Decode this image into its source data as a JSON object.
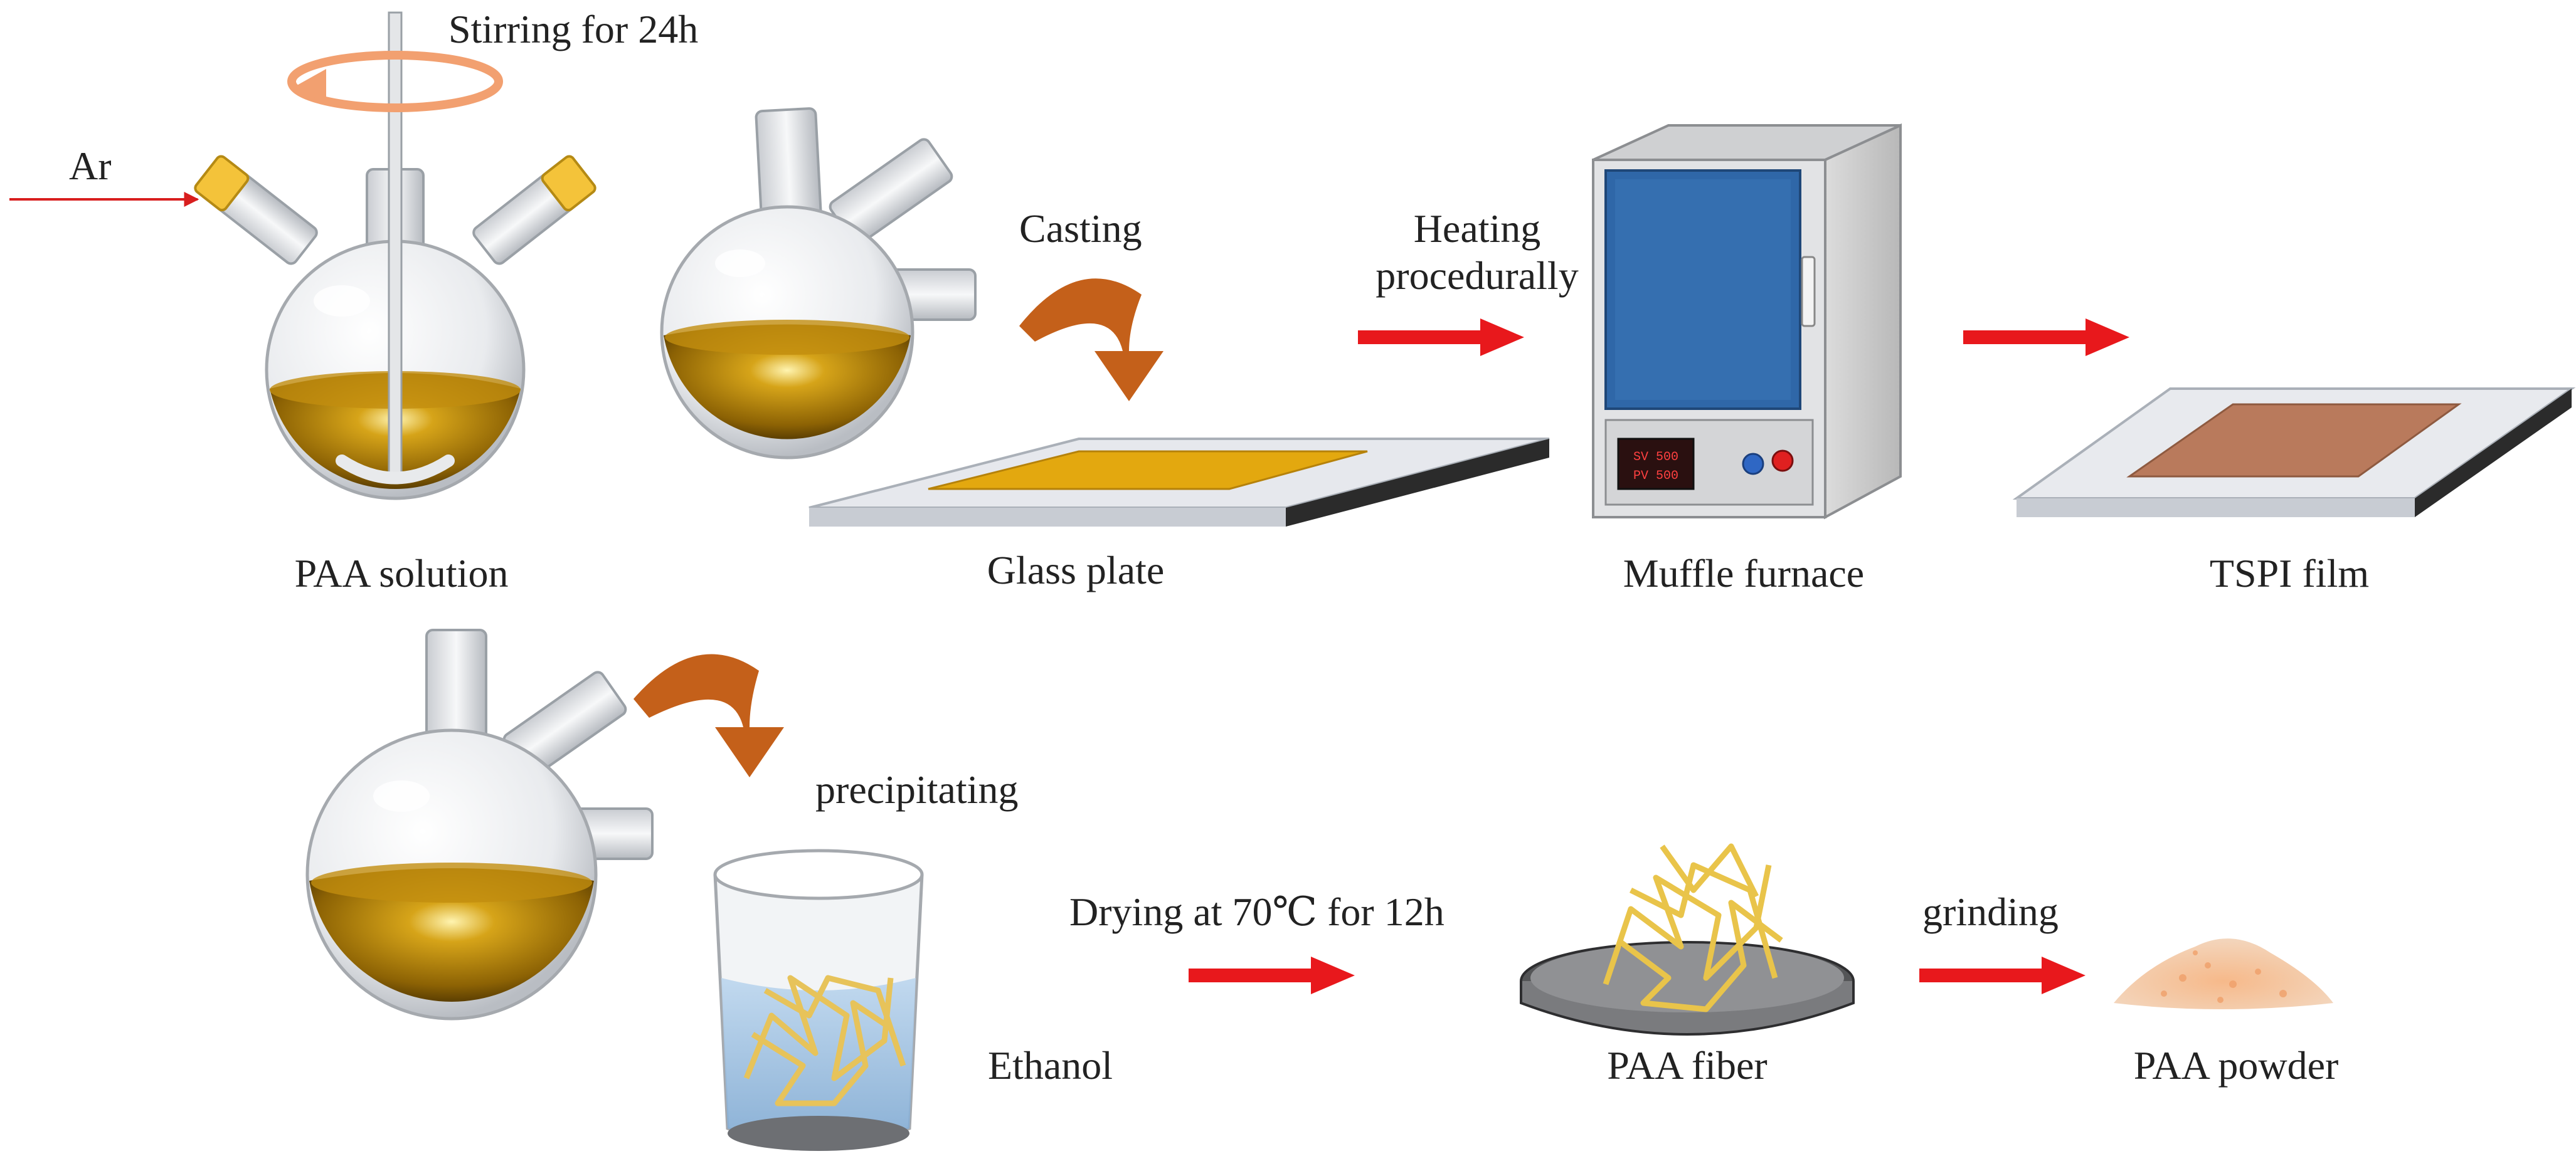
{
  "labels": {
    "stirring": "Stirring for 24h",
    "ar": "Ar",
    "paa_solution": "PAA solution",
    "casting": "Casting",
    "glass_plate": "Glass plate",
    "heating_line1": "Heating",
    "heating_line2": "procedurally",
    "muffle_furnace": "Muffle furnace",
    "tspi_film": "TSPI film",
    "precipitating": "precipitating",
    "ethanol": "Ethanol",
    "drying": "Drying at 70℃ for 12h",
    "paa_fiber": "PAA fiber",
    "grinding": "grinding",
    "paa_powder": "PAA powder"
  },
  "furnace_display": {
    "sv": "SV 500",
    "pv": "PV 500"
  },
  "colors": {
    "solution": "#c9960e",
    "film_yellow": "#e3a80f",
    "film_brown": "#b97a5c",
    "furnace_door": "#2f67a8",
    "process_arrow": "#e8181c",
    "curved_arrow": "#c4601a",
    "stir_arrow": "#f2a070",
    "ar_arrow": "#d81e1e"
  },
  "icons": [
    "three-neck-flask-icon",
    "glass-plate-icon",
    "muffle-furnace-icon",
    "film-icon",
    "beaker-icon",
    "petri-dish-icon",
    "powder-pile-icon"
  ]
}
